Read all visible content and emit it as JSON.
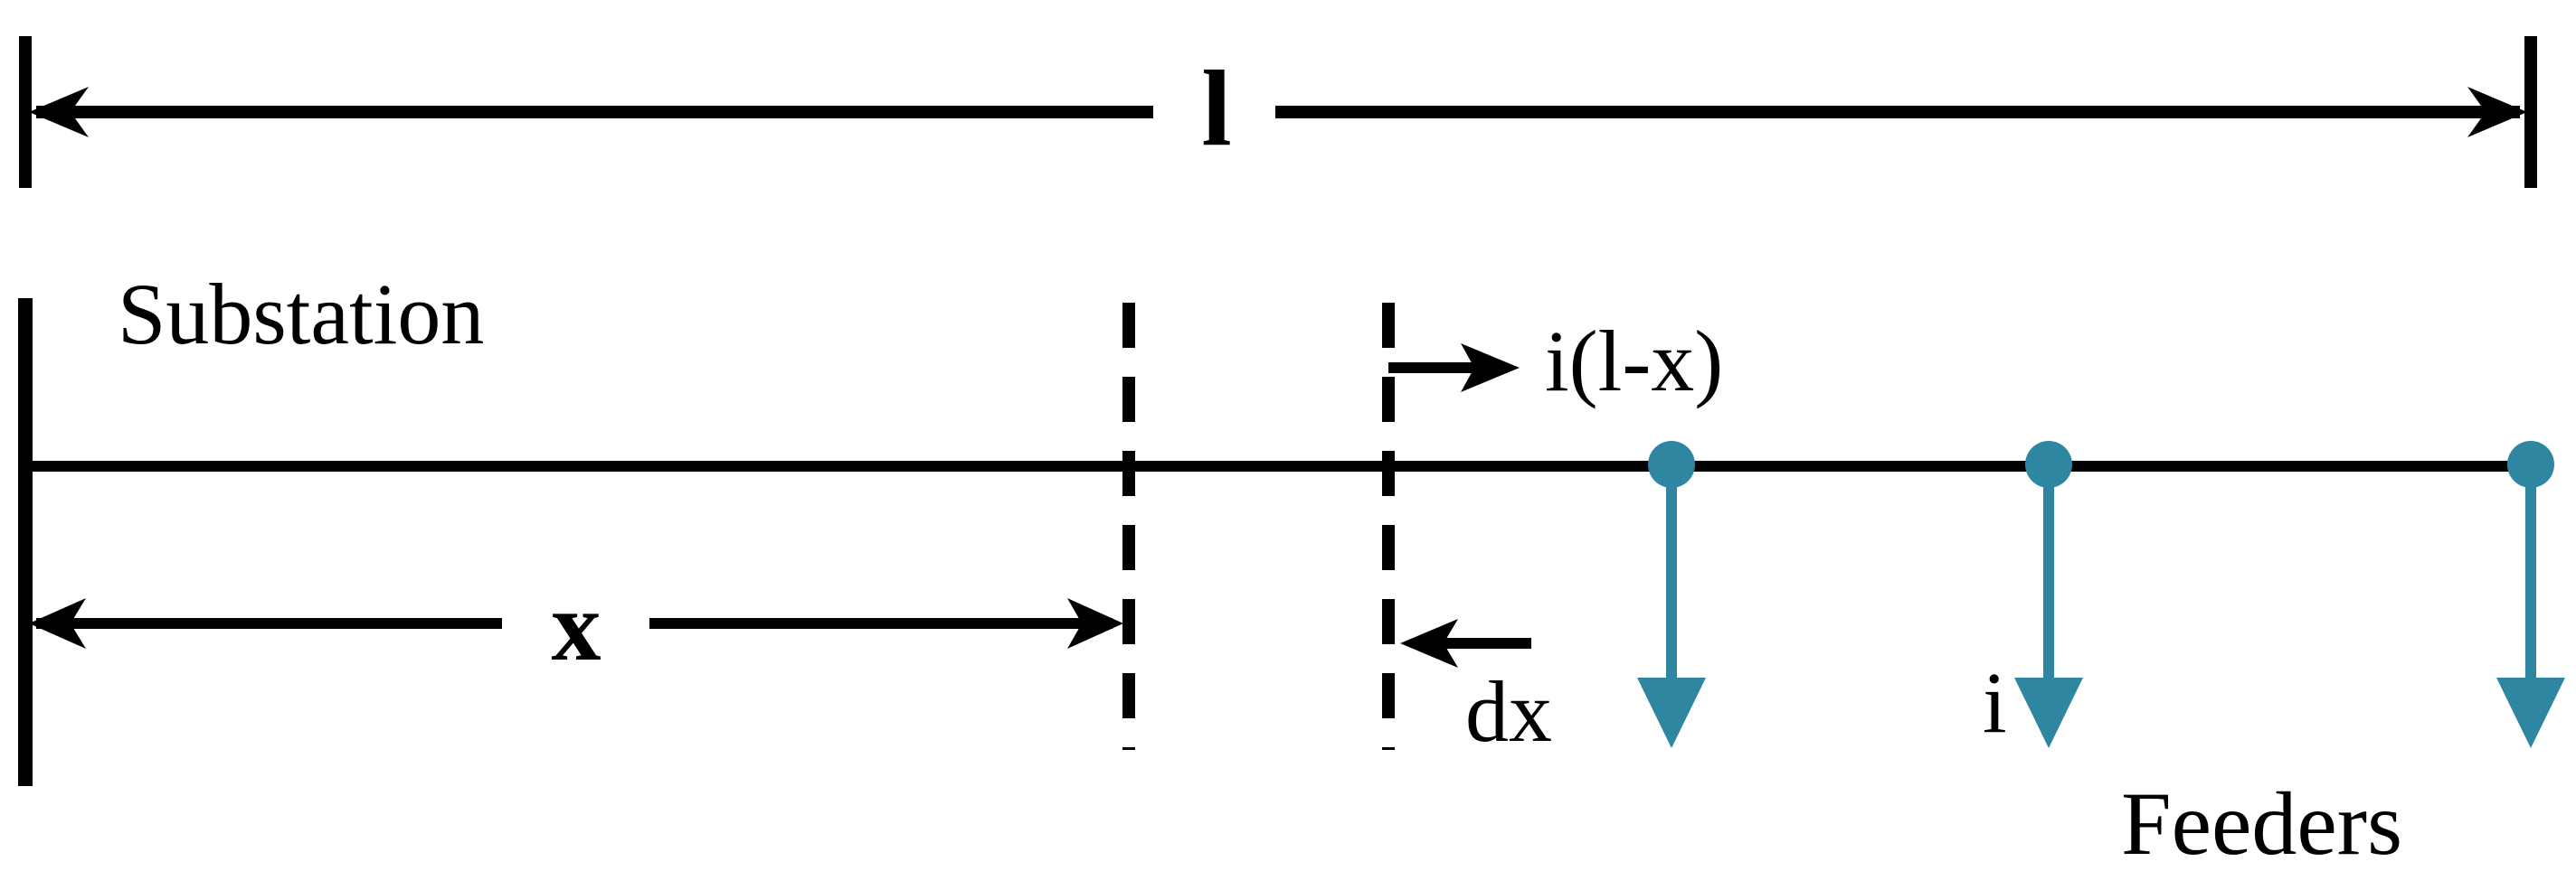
{
  "labels": {
    "length_symbol": "l",
    "substation": "Substation",
    "current_segment": "i(l-x)",
    "distance_x": "x",
    "differential": "dx",
    "load_current": "i",
    "feeders": "Feeders"
  },
  "colors": {
    "line": "#000000",
    "feeder": "#2e86a0",
    "background": "#ffffff"
  },
  "feeder_count": 3
}
